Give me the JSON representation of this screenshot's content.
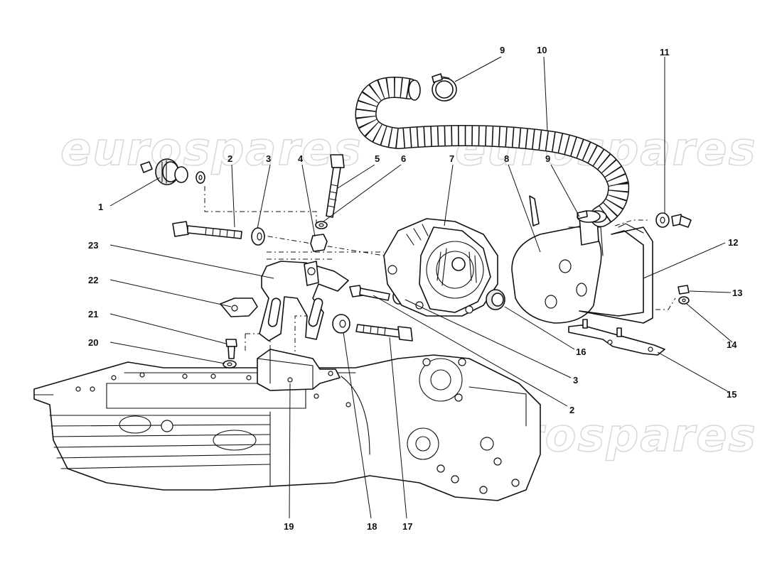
{
  "watermark": "eurospares",
  "callouts": {
    "c1": "1",
    "c2a": "2",
    "c3a": "3",
    "c4": "4",
    "c5": "5",
    "c6": "6",
    "c7": "7",
    "c8": "8",
    "c9a": "9",
    "c9b": "9",
    "c10": "10",
    "c11": "11",
    "c12": "12",
    "c13": "13",
    "c14": "14",
    "c15": "15",
    "c16": "16",
    "c3b": "3",
    "c2b": "2",
    "c17": "17",
    "c18": "18",
    "c19": "19",
    "c20": "20",
    "c21": "21",
    "c22": "22",
    "c23": "23"
  }
}
